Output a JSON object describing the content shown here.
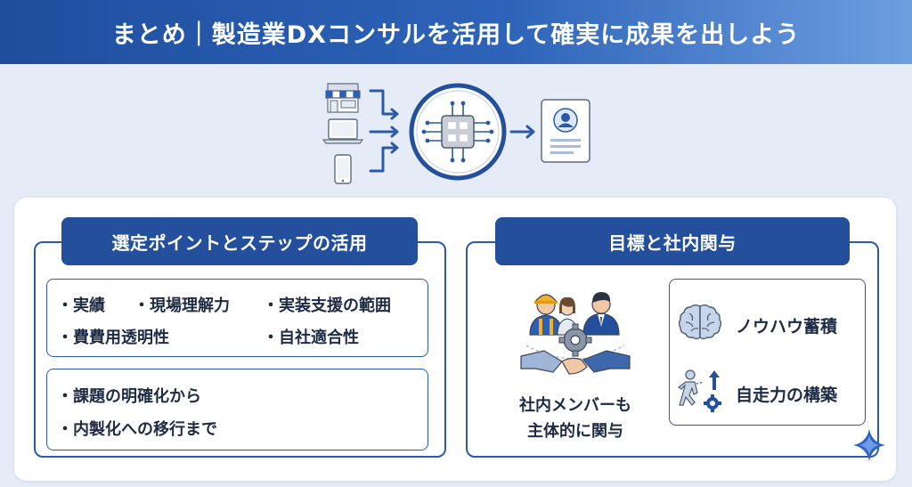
{
  "header": {
    "title": "まとめ｜製造業DXコンサルを活用して確実に成果を出しよう"
  },
  "left_section": {
    "title": "選定ポイントとステップの活用",
    "criteria": [
      "実績",
      "現場理解力",
      "実装支援の範囲",
      "費費用透明性",
      "自社適合性"
    ],
    "steps": [
      "課題の明確化から",
      "内製化への移行まで"
    ]
  },
  "right_section": {
    "title": "目標と社内関与",
    "involvement_label_line1": "社内メンバーも",
    "involvement_label_line2": "主体的に関与",
    "features": [
      "ノウハウ蓄積",
      "自走力の構築"
    ]
  },
  "icons": {
    "flow": [
      "store-icon",
      "laptop-icon",
      "smartphone-icon",
      "data-hub-icon",
      "profile-document-icon"
    ],
    "section": [
      "team-handshake-icon",
      "brain-icon",
      "runner-gear-icon",
      "sparkle-icon"
    ]
  },
  "colors": {
    "primary": "#244f9c",
    "accent": "#6d9ee0",
    "background": "#e6ecf7"
  }
}
